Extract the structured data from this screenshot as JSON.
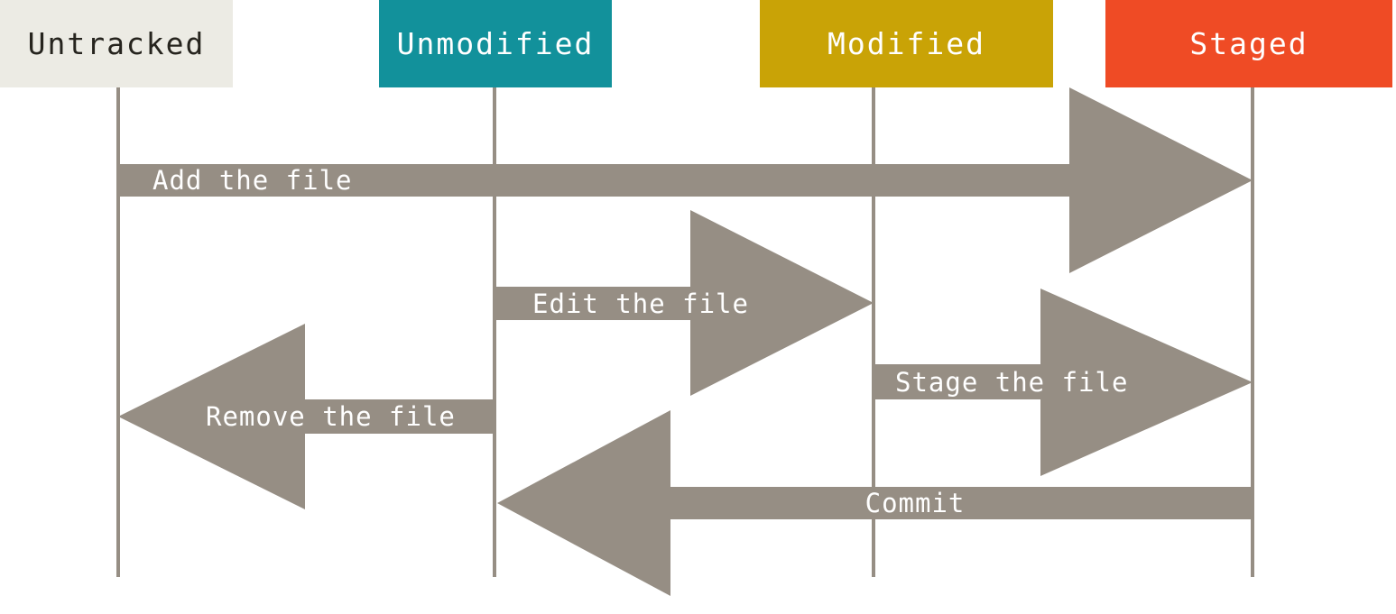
{
  "diagram": {
    "states": [
      {
        "id": "untracked",
        "label": "Untracked",
        "fill": "#ECEBE4",
        "text_color": "#26241E"
      },
      {
        "id": "unmodified",
        "label": "Unmodified",
        "fill": "#12919B",
        "text_color": "#FFFFFF"
      },
      {
        "id": "modified",
        "label": "Modified",
        "fill": "#C9A306",
        "text_color": "#FFFFFF"
      },
      {
        "id": "staged",
        "label": "Staged",
        "fill": "#EF4B25",
        "text_color": "#FFFFFF"
      }
    ],
    "transitions": [
      {
        "label": "Add the file",
        "from": "untracked",
        "to": "staged",
        "direction": "right"
      },
      {
        "label": "Edit the file",
        "from": "unmodified",
        "to": "modified",
        "direction": "right"
      },
      {
        "label": "Stage the file",
        "from": "modified",
        "to": "staged",
        "direction": "right"
      },
      {
        "label": "Remove the file",
        "from": "unmodified",
        "to": "untracked",
        "direction": "left"
      },
      {
        "label": "Commit",
        "from": "staged",
        "to": "unmodified",
        "direction": "left"
      }
    ],
    "colors": {
      "arrow": "#968E84",
      "lifeline": "#968E84",
      "background": "#FFFFFF"
    }
  }
}
